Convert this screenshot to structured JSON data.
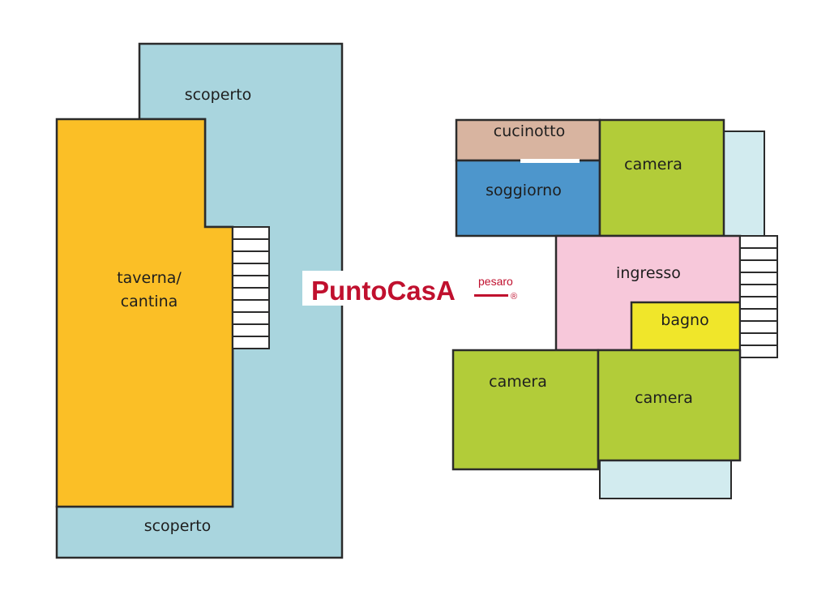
{
  "colors": {
    "outdoor": "#a9d5de",
    "balcony": "#d2ebef",
    "taverna": "#fbbf26",
    "kitchenette": "#d8b4a0",
    "living": "#4d96cc",
    "bedroom": "#b2cc39",
    "entrance": "#f7c8da",
    "bathroom": "#f0e62a",
    "wall": "#2b2b2b",
    "brand": "#c0102e"
  },
  "left_plan": {
    "outdoor_top_label": "scoperto",
    "taverna_label_line1": "taverna/",
    "taverna_label_line2": "cantina",
    "outdoor_bottom_label": "scoperto"
  },
  "right_plan": {
    "kitchenette_label": "cucinotto",
    "living_label": "soggiorno",
    "bedroom_top_label": "camera",
    "entrance_label": "ingresso",
    "bathroom_label": "bagno",
    "bedroom_bottom_left_label": "camera",
    "bedroom_bottom_right_label": "camera"
  },
  "logo": {
    "main": "PuntoCasA",
    "sub": "pesaro",
    "reg": "®"
  }
}
